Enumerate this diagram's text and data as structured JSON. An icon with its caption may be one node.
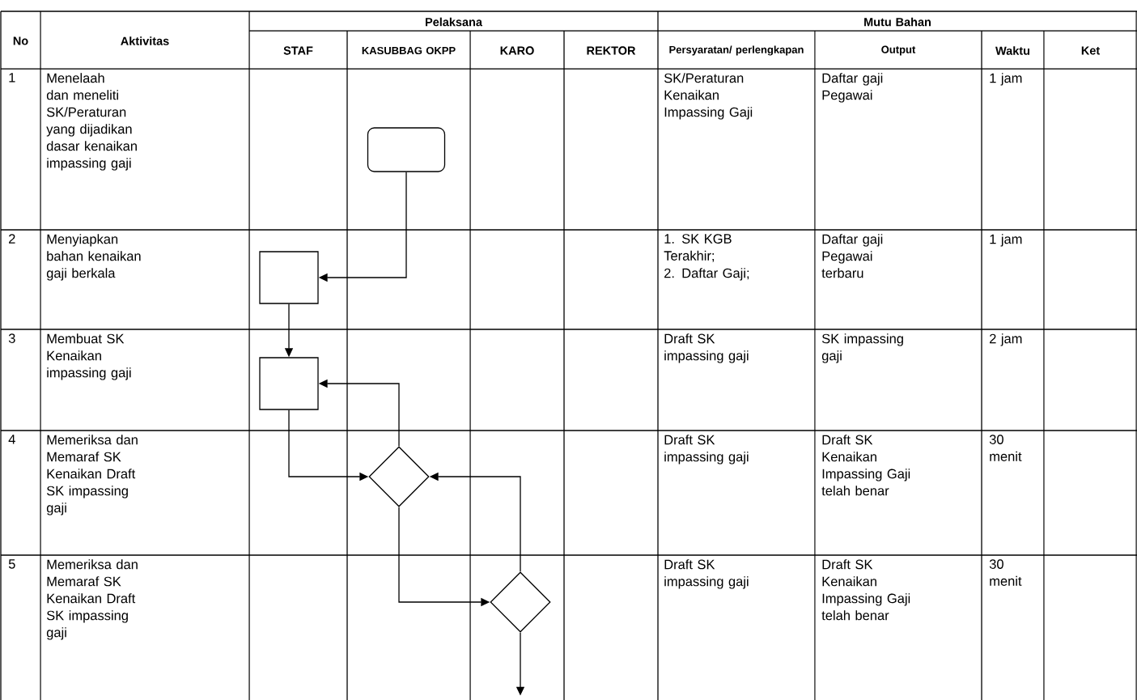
{
  "diagram": {
    "nodes": [
      {
        "text": [],
        "shape": "terminator"
      },
      {
        "text": [],
        "shape": "box"
      },
      {
        "text": [],
        "shape": "box"
      },
      {
        "text": [],
        "shape": "diamond"
      },
      {
        "text": [],
        "shape": "diamond"
      }
    ],
    "edges": [
      {
        "from": 0,
        "to": 1,
        "arrow": "to"
      },
      {
        "from": 1,
        "to": 2,
        "arrow": "to"
      },
      {
        "from": 2,
        "to": 3,
        "arrow": "to"
      },
      {
        "from": 3,
        "to": 2,
        "arrow": "to"
      },
      {
        "from": 3,
        "to": 4,
        "arrow": "to"
      },
      {
        "from": 4,
        "to": 3,
        "arrow": "to"
      },
      {
        "from": 4,
        "to": null,
        "arrow": "to"
      }
    ],
    "labels": [
      "No",
      "Aktivitas",
      "Pelaksana",
      "Mutu Bahan",
      "STAF",
      "KASUBBAG OKPP",
      "KARO",
      "REKTOR",
      "Persyaratan/ perlengkapan",
      "Output",
      "Waktu",
      "Ket",
      "1",
      "Menelaah dan meneliti SK/Peraturan yang dijadikan dasar kenaikan impassing gaji",
      "SK/Peraturan Kenaikan Impassing Gaji",
      "Daftar gaji Pegawai",
      "1 jam",
      "2",
      "Menyiapkan bahan kenaikan gaji berkala",
      "1. SK KGB Terakhir;",
      "2. Daftar Gaji;",
      "Daftar gaji Pegawai terbaru",
      "1 jam",
      "3",
      "Membuat SK Kenaikan impassing gaji",
      "Draft SK impassing gaji",
      "SK impassing gaji",
      "2 jam",
      "4",
      "Memeriksa dan Memaraf SK Kenaikan Draft SK impassing gaji",
      "Draft SK impassing gaji",
      "Draft SK Kenaikan Impassing Gaji telah benar",
      "30 menit",
      "5",
      "Memeriksa dan Memaraf SK Kenaikan Draft SK impassing gaji",
      "Draft SK impassing gaji",
      "Draft SK Kenaikan Impassing Gaji telah benar",
      "30 menit"
    ]
  }
}
